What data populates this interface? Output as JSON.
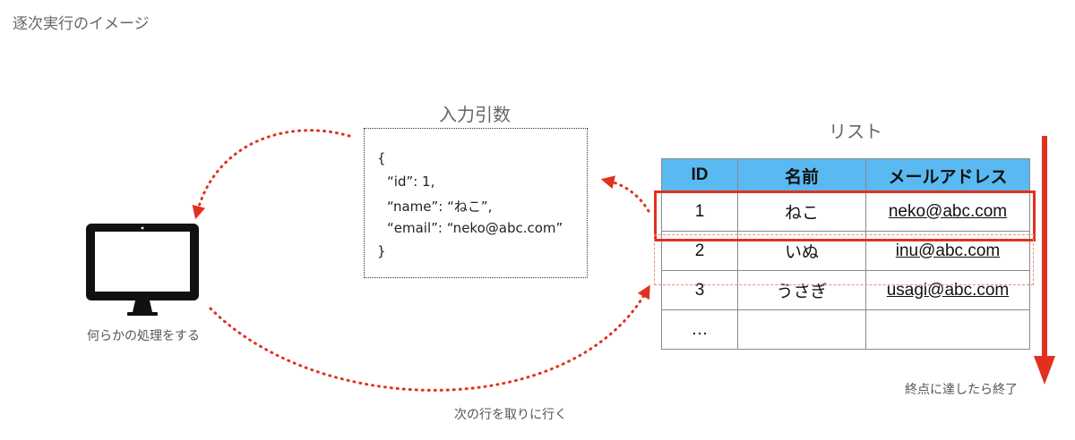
{
  "page_title": "逐次実行のイメージ",
  "input_box": {
    "title": "入力引数",
    "lines": [
      "{",
      "“id”: 1,",
      "“name”: “ねこ”,",
      "“email”: “neko@abc.com”",
      "}"
    ]
  },
  "list": {
    "title": "リスト",
    "headers": [
      "ID",
      "名前",
      "メールアドレス"
    ],
    "rows": [
      {
        "id": "1",
        "name": "ねこ",
        "email": "neko@abc.com"
      },
      {
        "id": "2",
        "name": "いぬ",
        "email": "inu@abc.com"
      },
      {
        "id": "3",
        "name": "うさぎ",
        "email": "usagi@abc.com"
      },
      {
        "id": "…",
        "name": "",
        "email": ""
      }
    ],
    "header_color": "#5ab9f1"
  },
  "labels": {
    "monitor": "何らかの処理をする",
    "fetch_next": "次の行を取りに行く",
    "end": "終点に達したら終了"
  },
  "colors": {
    "arrow": "#e1311e",
    "highlight": "#e1311e"
  },
  "icons": {
    "monitor": "desktop-monitor-icon"
  }
}
